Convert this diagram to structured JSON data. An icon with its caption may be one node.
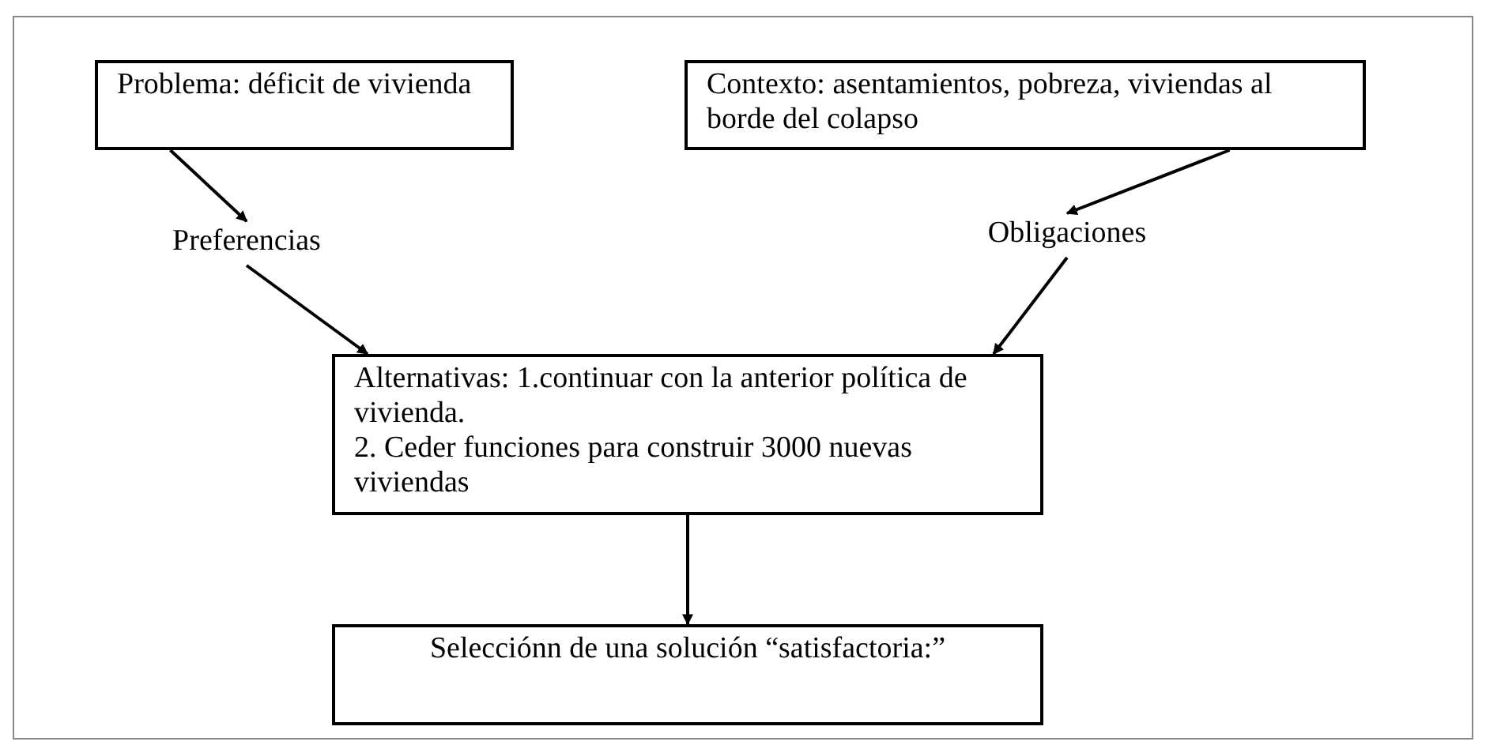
{
  "diagram": {
    "nodes": [
      {
        "text": [
          "Problema: déficit de vivienda"
        ]
      },
      {
        "text": [
          "Contexto: asentamientos, pobreza, viviendas al borde del colapso"
        ]
      },
      {
        "text": [
          "Preferencias"
        ]
      },
      {
        "text": [
          "Obligaciones"
        ]
      },
      {
        "text": [
          "Alternativas: 1.continuar con la anterior política de vivienda.",
          "2. Ceder funciones para construir 3000 nuevas viviendas"
        ]
      },
      {
        "text": [
          "Selecciónn de una solución “satisfactoria:”"
        ]
      }
    ],
    "edges": [
      {
        "from": 0,
        "to": 2,
        "arrow": "to"
      },
      {
        "from": 1,
        "to": 3,
        "arrow": "to"
      },
      {
        "from": 2,
        "to": 4,
        "arrow": "to"
      },
      {
        "from": 3,
        "to": 4,
        "arrow": "to"
      },
      {
        "from": 4,
        "to": 5,
        "arrow": "to"
      }
    ]
  }
}
